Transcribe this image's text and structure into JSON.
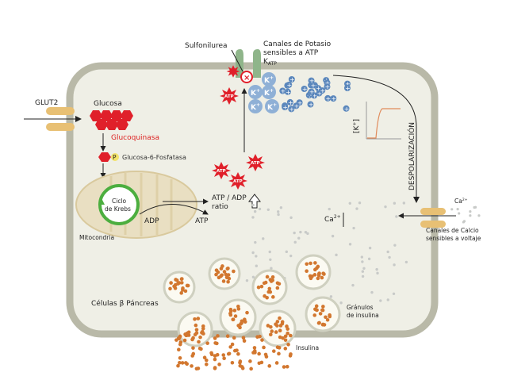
{
  "labels": {
    "glut2": "GLUT2",
    "glucosa": "Glucosa",
    "glucoquinasa": "Glucoquinasa",
    "p_badge": "P",
    "glucosa6f": "Glucosa-6-Fosfatasa",
    "ciclo_line1": "Ciclo",
    "ciclo_line2": "de Krebs",
    "adp": "ADP",
    "atp": "ATP",
    "ratio_line1": "ATP / ADP",
    "ratio_line2": "ratio",
    "mitocondria": "Mitocondria",
    "sulfonilurea": "Sulfonilurea",
    "canales_k_line1": "Canales de Potasio",
    "canales_k_line2": "sensibles a ATP",
    "katp_k": "K",
    "katp_sub": "ATP",
    "k_ion": "K",
    "k_ion_sup": "+",
    "k_conc_open": "[K",
    "k_conc_sup": "+",
    "k_conc_close": "]",
    "despolarizacion": "DESPOLARIZACIÓN",
    "ca_in": "Ca",
    "ca_in_sup": "2+",
    "ca_out": "Ca",
    "ca_out_sup": "2+",
    "canales_ca_line1": "Canales de Calcio",
    "canales_ca_line2": "sensibles a voltaje",
    "celulas": "Células β Páncreas",
    "granulos_line1": "Gránulos",
    "granulos_line2": "de insulina",
    "insulina": "Insulina",
    "atp_star": "ATP"
  },
  "colors": {
    "cell_fill": "#efefe6",
    "cell_stroke": "#b9b9a8",
    "channel": "#e8c074",
    "glucose": "#e0202a",
    "atp_star": "#e0202a",
    "k_ion": "#8fb0d6",
    "k_plus": "#5b87bc",
    "krebs": "#4cae3f",
    "mito": "#e2d6b4",
    "granule": "#d2772f",
    "katp_channel": "#8fb58a",
    "graph_line": "#e08a5a"
  },
  "icons": {
    "block": "x-circle-icon",
    "arrow": "arrow-icon",
    "hollow_up_arrow": "up-arrow-icon"
  }
}
